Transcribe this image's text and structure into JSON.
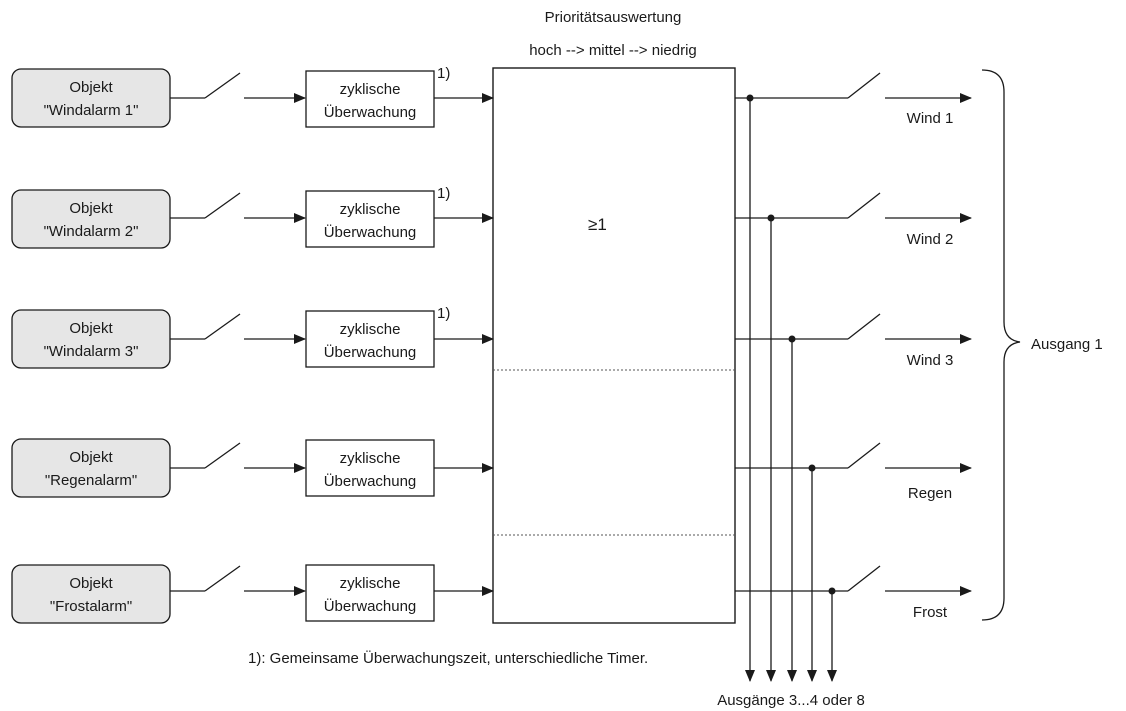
{
  "header": {
    "title": "Prioritätsauswertung",
    "subtitle": "hoch --> mittel --> niedrig"
  },
  "objects": [
    {
      "line1": "Objekt",
      "line2": "\"Windalarm 1\"",
      "monitor_line1": "zyklische",
      "monitor_line2": "Überwachung",
      "footnote": "1)",
      "output": "Wind 1"
    },
    {
      "line1": "Objekt",
      "line2": "\"Windalarm 2\"",
      "monitor_line1": "zyklische",
      "monitor_line2": "Überwachung",
      "footnote": "1)",
      "output": "Wind 2"
    },
    {
      "line1": "Objekt",
      "line2": "\"Windalarm 3\"",
      "monitor_line1": "zyklische",
      "monitor_line2": "Überwachung",
      "footnote": "1)",
      "output": "Wind 3"
    },
    {
      "line1": "Objekt",
      "line2": "\"Regenalarm\"",
      "monitor_line1": "zyklische",
      "monitor_line2": "Überwachung",
      "footnote": "",
      "output": "Regen"
    },
    {
      "line1": "Objekt",
      "line2": "\"Frostalarm\"",
      "monitor_line1": "zyklische",
      "monitor_line2": "Überwachung",
      "footnote": "",
      "output": "Frost"
    }
  ],
  "logic": {
    "symbol": "≥1"
  },
  "group_output": "Ausgang 1",
  "footnote_text": "1): Gemeinsame Überwachungszeit, unterschiedliche Timer.",
  "bottom_outputs": "Ausgänge 3...4 oder 8",
  "colors": {
    "object_fill": "#e6e6e6",
    "stroke": "#1a1a1a",
    "background": "#ffffff"
  }
}
